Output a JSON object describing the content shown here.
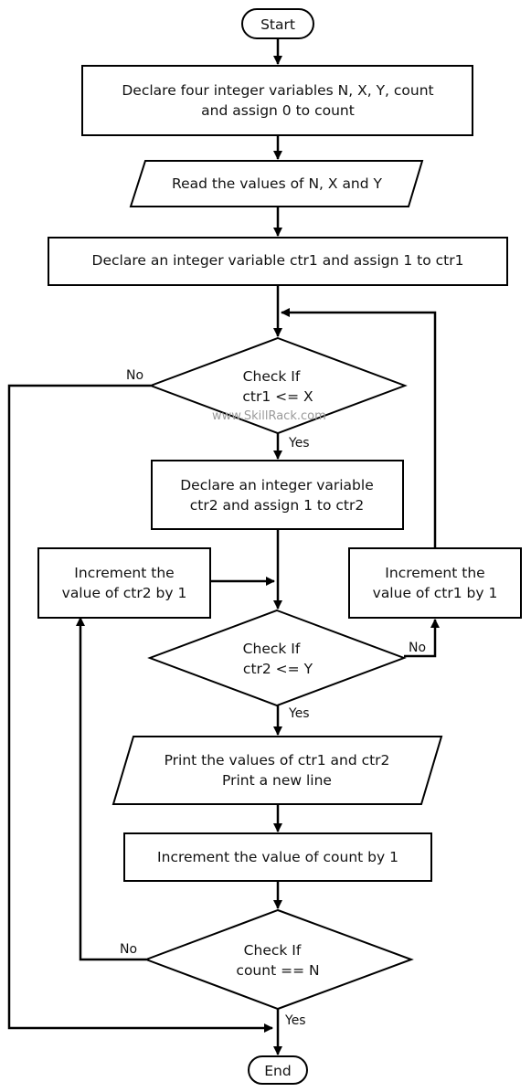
{
  "nodes": {
    "start": "Start",
    "declare_vars": [
      "Declare four integer variables N, X, Y, count",
      "and assign 0 to count"
    ],
    "read_values": "Read the values of N, X and Y",
    "declare_ctr1": "Declare an integer variable ctr1 and assign 1 to ctr1",
    "check_ctr1": [
      "Check If",
      "ctr1 <= X"
    ],
    "declare_ctr2": [
      "Declare an integer variable",
      "ctr2 and assign 1 to ctr2"
    ],
    "increment_ctr2": [
      "Increment the",
      "value of ctr2 by 1"
    ],
    "increment_ctr1": [
      "Increment the",
      "value of ctr1 by 1"
    ],
    "check_ctr2": [
      "Check If",
      "ctr2 <= Y"
    ],
    "print_values": [
      "Print the values of ctr1 and ctr2",
      "Print a new line"
    ],
    "increment_count": "Increment the value of count by 1",
    "check_count": [
      "Check If",
      "count == N"
    ],
    "end": "End"
  },
  "edge_labels": {
    "ctr1_no": "No",
    "ctr1_yes": "Yes",
    "ctr2_no": "No",
    "ctr2_yes": "Yes",
    "count_no": "No",
    "count_yes": "Yes"
  },
  "watermark": "www.SkillRack.com"
}
